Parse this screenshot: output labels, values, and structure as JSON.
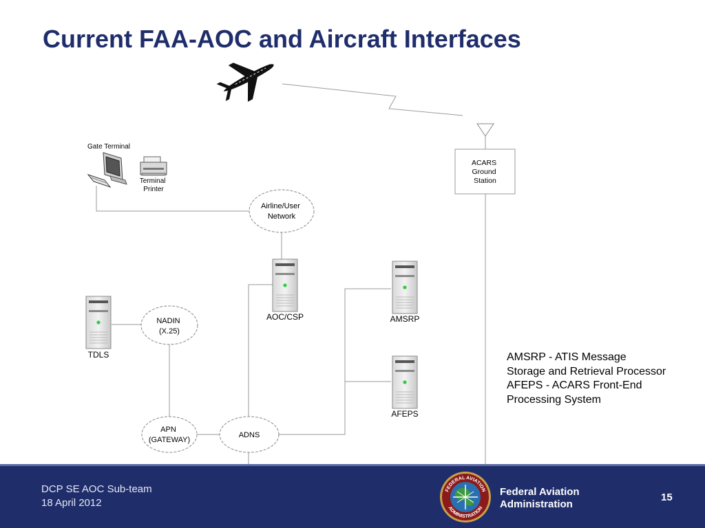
{
  "title": "Current FAA-AOC and Aircraft Interfaces",
  "nodes": {
    "gate_terminal": "Gate Terminal",
    "terminal_printer": [
      "Terminal",
      "Printer"
    ],
    "acars_ground_station": [
      "ACARS",
      "Ground",
      "Station"
    ],
    "airline_user_network": [
      "Airline/User",
      "Network"
    ],
    "aoc_csp": "AOC/CSP",
    "amsrp": "AMSRP",
    "afeps": "AFEPS",
    "tdls": "TDLS",
    "nadin": [
      "NADIN",
      "(X.25)"
    ],
    "apn": [
      "APN",
      "(GATEWAY)"
    ],
    "adns": "ADNS"
  },
  "legend": [
    "AMSRP - ATIS Message",
    "Storage and Retrieval Processor",
    "AFEPS - ACARS Front-End",
    "Processing System"
  ],
  "footer": {
    "team": "DCP SE AOC Sub-team",
    "date": "18 April 2012",
    "org_line1": "Federal Aviation",
    "org_line2": "Administration",
    "page_number": "15"
  },
  "seal_text": [
    "FEDERAL AVIATION",
    "ADMINISTRATION"
  ],
  "colors": {
    "title": "#1f2d6b",
    "footer_bg": "#1f2d6b",
    "server_led": "#2ecc40",
    "connector": "#9a9a9a"
  },
  "icons": [
    "airplane-icon",
    "antenna-icon",
    "computer-terminal-icon",
    "printer-icon",
    "server-icon",
    "cloud-icon",
    "faa-seal-logo"
  ]
}
